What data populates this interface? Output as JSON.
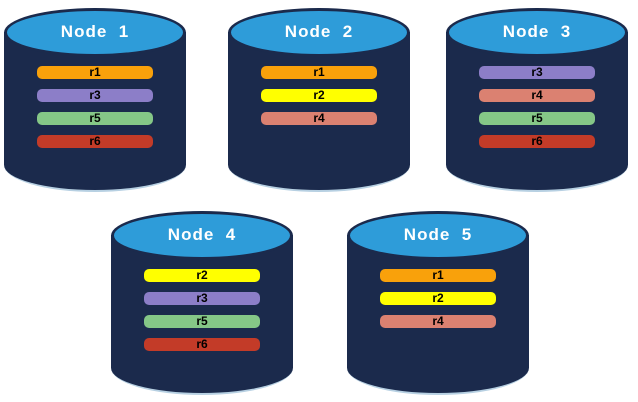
{
  "colors": {
    "page_background": "#FFFFFF",
    "cylinder_body": "#1B2A4C",
    "cylinder_top": "#2E9CD9",
    "cylinder_bottom_edge": "#B7D0E2",
    "title_text": "#FFFFFF",
    "bar_text": "#000000",
    "replica_palette": {
      "r1": "#F9A10B",
      "r2": "#FFFF00",
      "r3": "#8C7EC8",
      "r4": "#DB8171",
      "r5": "#85C787",
      "r6": "#C33B28"
    }
  },
  "nodes": [
    {
      "title": "Node  1",
      "replicas": [
        {
          "label": "r1",
          "color": "#F9A10B"
        },
        {
          "label": "r3",
          "color": "#8C7EC8"
        },
        {
          "label": "r5",
          "color": "#85C787"
        },
        {
          "label": "r6",
          "color": "#C33B28"
        }
      ]
    },
    {
      "title": "Node  2",
      "replicas": [
        {
          "label": "r1",
          "color": "#F9A10B"
        },
        {
          "label": "r2",
          "color": "#FFFF00"
        },
        {
          "label": "r4",
          "color": "#DB8171"
        }
      ]
    },
    {
      "title": "Node  3",
      "replicas": [
        {
          "label": "r3",
          "color": "#8C7EC8"
        },
        {
          "label": "r4",
          "color": "#DB8171"
        },
        {
          "label": "r5",
          "color": "#85C787"
        },
        {
          "label": "r6",
          "color": "#C33B28"
        }
      ]
    },
    {
      "title": "Node  4",
      "replicas": [
        {
          "label": "r2",
          "color": "#FFFF00"
        },
        {
          "label": "r3",
          "color": "#8C7EC8"
        },
        {
          "label": "r5",
          "color": "#85C787"
        },
        {
          "label": "r6",
          "color": "#C33B28"
        }
      ]
    },
    {
      "title": "Node  5",
      "replicas": [
        {
          "label": "r1",
          "color": "#F9A10B"
        },
        {
          "label": "r2",
          "color": "#FFFF00"
        },
        {
          "label": "r4",
          "color": "#DB8171"
        }
      ]
    }
  ]
}
